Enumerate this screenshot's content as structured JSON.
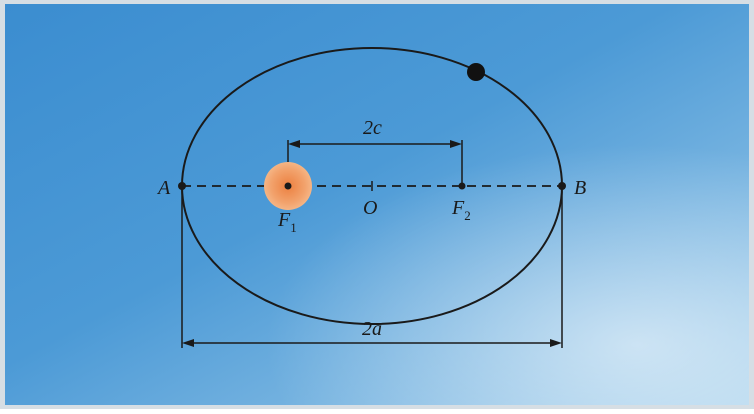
{
  "diagram": {
    "points": {
      "a_label": "A",
      "b_label": "B",
      "o_label": "O",
      "f1_label": "F",
      "f1_sub": "1",
      "f2_label": "F",
      "f2_sub": "2"
    },
    "dimensions": {
      "focal_distance": "2c",
      "major_axis": "2a"
    },
    "colors": {
      "background_top": "#3d8fd0",
      "background_bottom": "#8cc3e6",
      "sun": "#f0a068",
      "sun_core": "#ee8a48",
      "ink": "#1a1a1a",
      "border": "#c9d4dc"
    },
    "icons": {
      "sun": "sun-icon",
      "planet": "planet-icon"
    }
  }
}
